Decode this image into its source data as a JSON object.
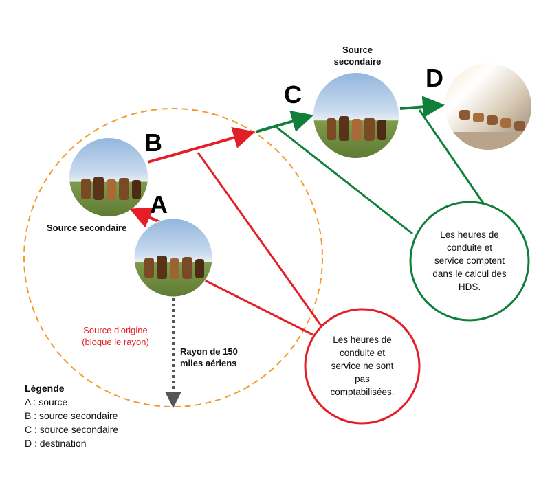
{
  "nodes": {
    "a": {
      "letter": "A",
      "caption": ""
    },
    "b": {
      "letter": "B",
      "caption": "Source secondaire"
    },
    "c": {
      "letter": "C",
      "caption_line1": "Source",
      "caption_line2": "secondaire"
    },
    "d": {
      "letter": "D"
    }
  },
  "origin_label": {
    "line1": "Source d'origine",
    "line2": "(bloque le rayon)"
  },
  "radius_label": {
    "line1": "Rayon de 150",
    "line2": "miles aériens"
  },
  "callout_red": {
    "lines": [
      "Les heures de",
      "conduite et",
      "service ne sont",
      "pas",
      "comptabilisées."
    ]
  },
  "callout_green": {
    "lines": [
      "Les heures de",
      "conduite et",
      "service comptent",
      "dans le calcul des",
      "HDS."
    ]
  },
  "legend": {
    "title": "Légende",
    "items": [
      "A : source",
      "B : source secondaire",
      "C : source secondaire",
      "D : destination"
    ]
  },
  "colors": {
    "red": "#e41e26",
    "green": "#0f7f3a",
    "orange": "#f29a2e",
    "gray": "#555555"
  }
}
